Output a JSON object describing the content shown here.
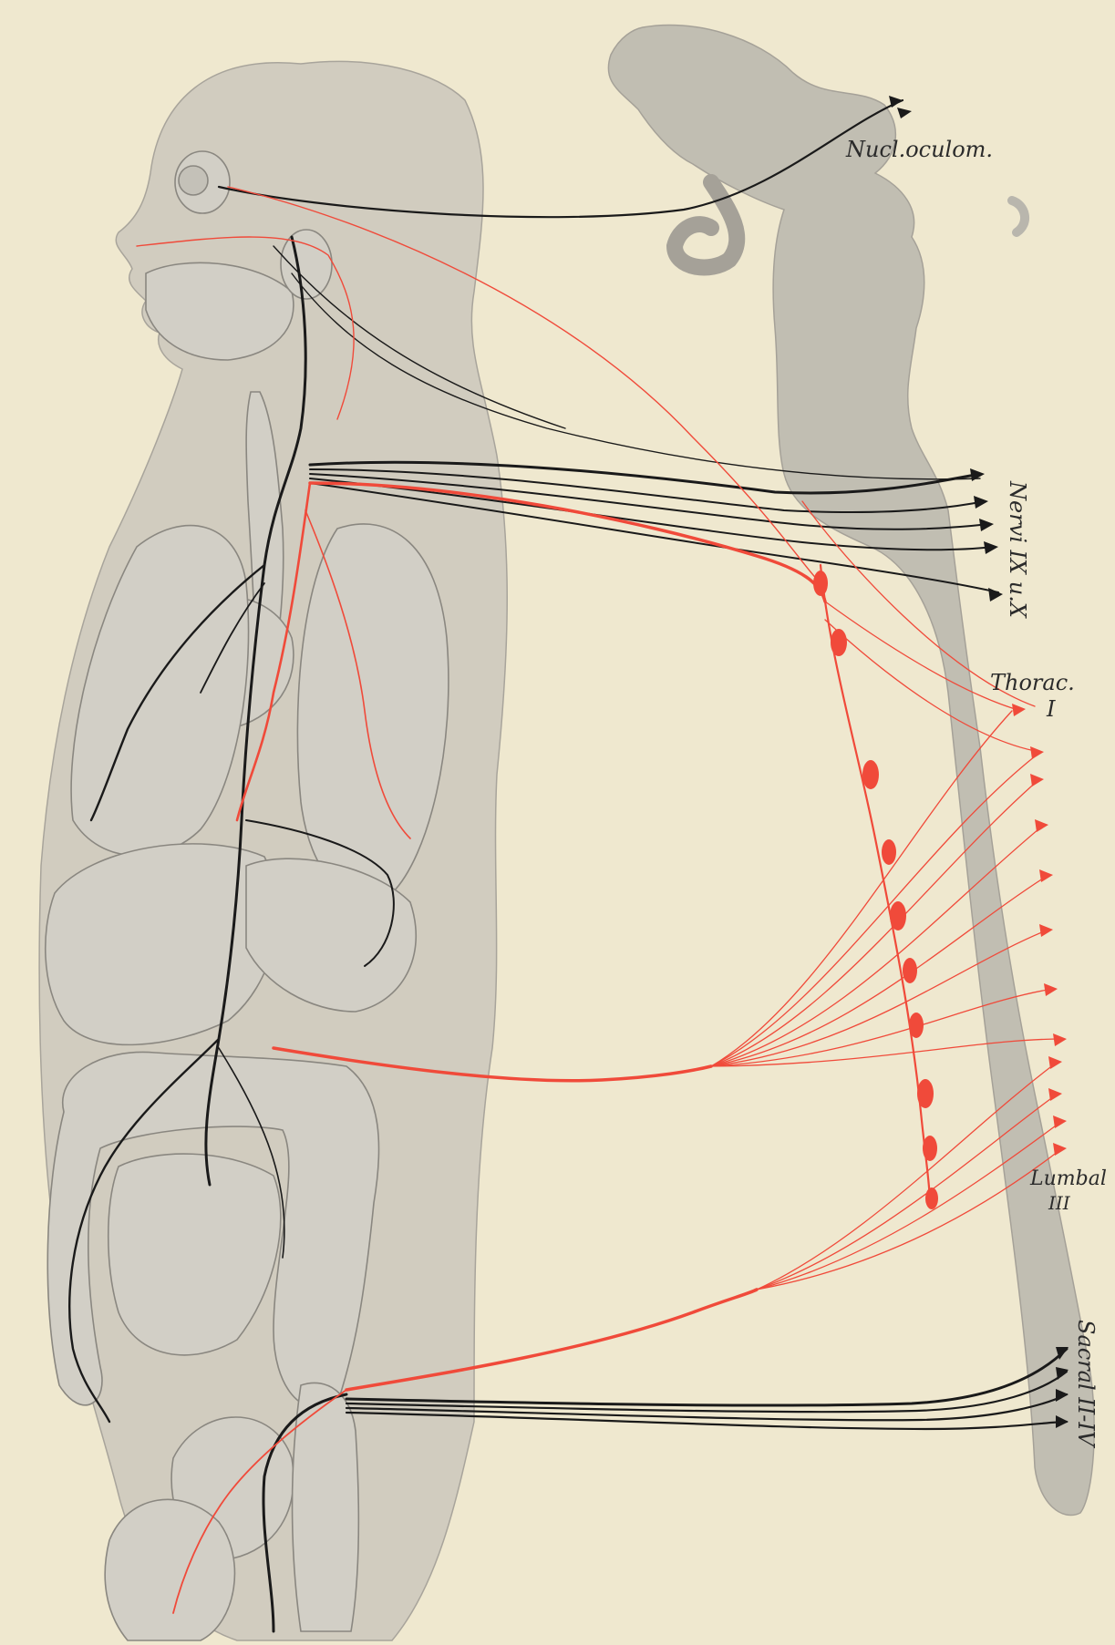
{
  "labels": {
    "nucl_oculom": "Nucl.oculom.",
    "nervi": "Nervi IX u.X",
    "thorac": "Thorac.",
    "thorac_num": "I",
    "lumbal": "Lumbal",
    "lumbal_num": "III",
    "sacral": "Sacral II-IV"
  },
  "colors": {
    "paper": "#efe8cf",
    "silhouette": "#bdbab1",
    "organ_fill": "#d2cfc6",
    "organ_stroke": "#8a8780",
    "parasympathetic": "#1a1a1a",
    "sympathetic": "#f04a3a"
  }
}
